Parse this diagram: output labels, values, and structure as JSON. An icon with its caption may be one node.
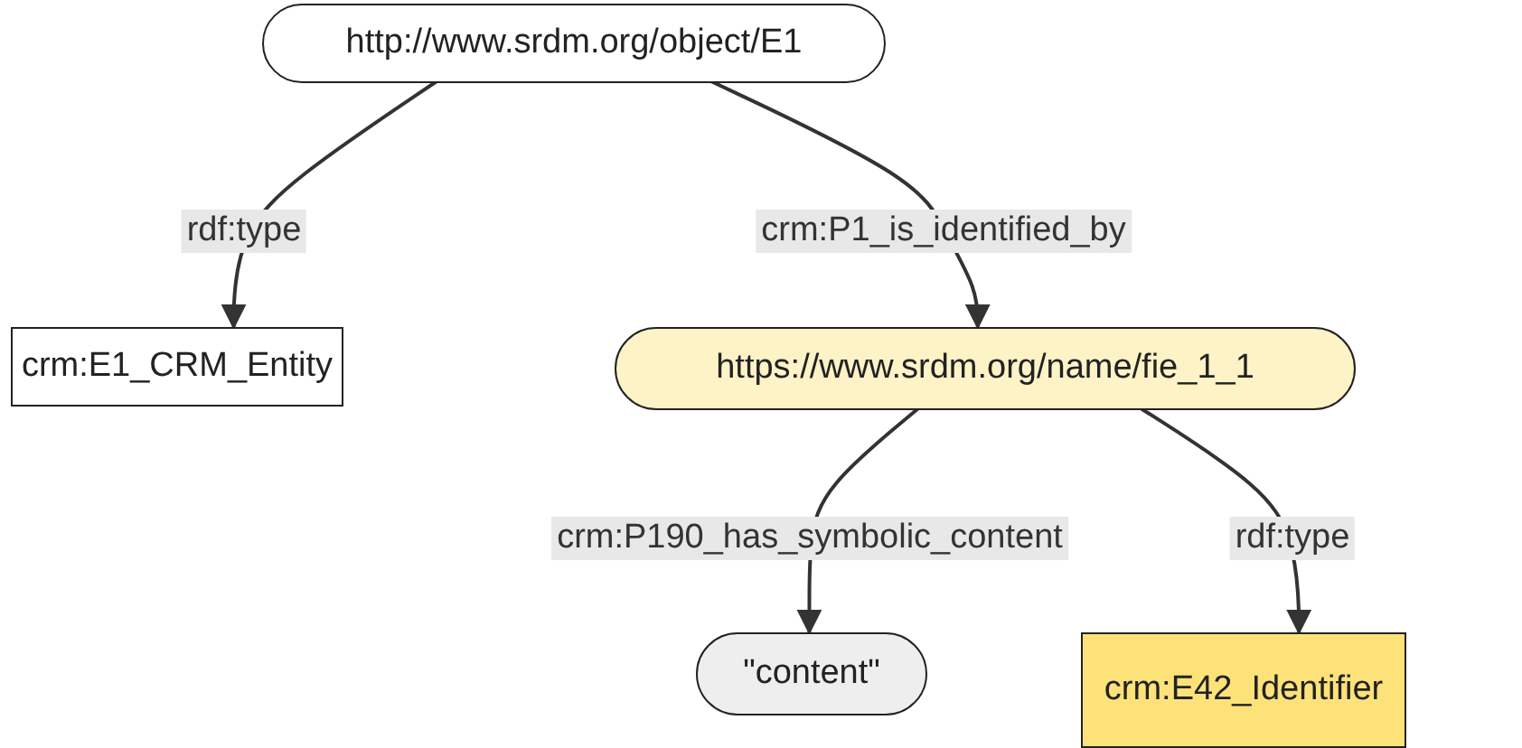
{
  "diagram": {
    "nodes": [
      {
        "text": [
          "http://www.srdm.org/object/E1"
        ]
      },
      {
        "text": [
          "crm:E1_CRM_Entity"
        ]
      },
      {
        "text": [
          "https://www.srdm.org/name/fie_1_1"
        ]
      },
      {
        "text": [
          "\"content\""
        ]
      },
      {
        "text": [
          "crm:E42_Identifier"
        ]
      }
    ],
    "edges": [
      {
        "from": 0,
        "to": 1,
        "label": "rdf:type",
        "arrow": "to"
      },
      {
        "from": 0,
        "to": 2,
        "label": "crm:P1_is_identified_by",
        "arrow": "to"
      },
      {
        "from": 2,
        "to": 3,
        "label": "crm:P190_has_symbolic_content",
        "arrow": "to"
      },
      {
        "from": 2,
        "to": 4,
        "label": "rdf:type",
        "arrow": "to"
      }
    ]
  }
}
